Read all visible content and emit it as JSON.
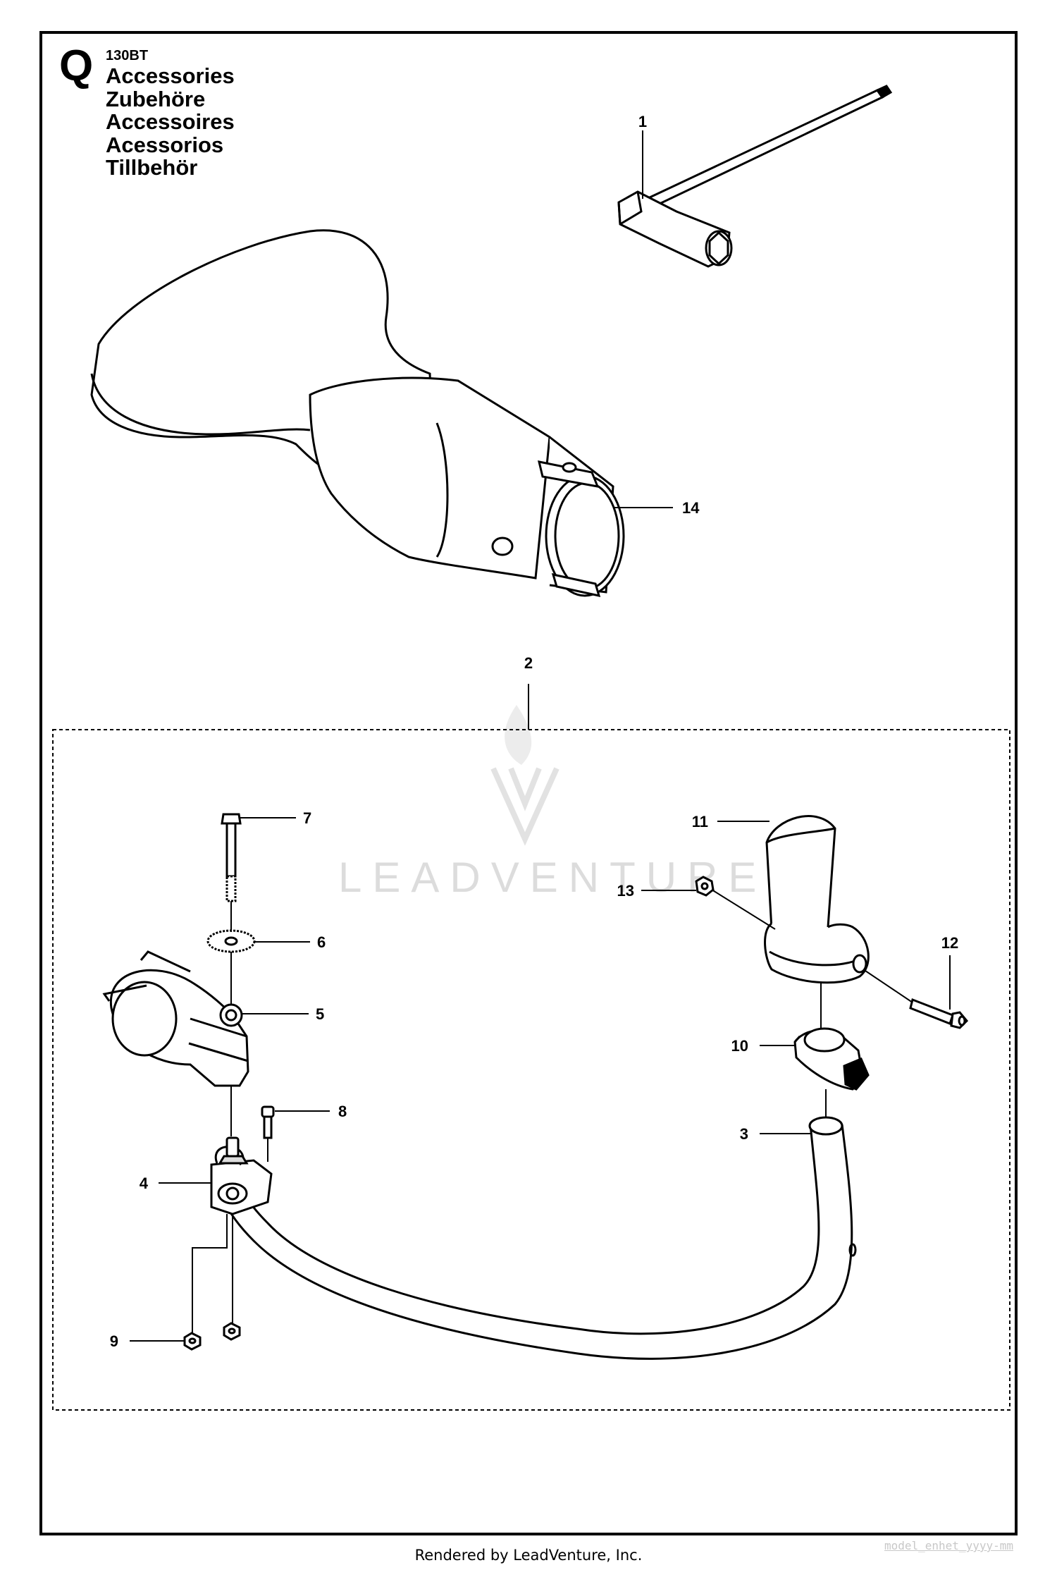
{
  "header": {
    "section_letter": "Q",
    "model": "130BT",
    "titles": [
      "Accessories",
      "Zubehöre",
      "Accessoires",
      "Acessorios",
      "Tillbehör"
    ]
  },
  "callouts": [
    {
      "id": "1",
      "label": "1",
      "part": "combination-wrench"
    },
    {
      "id": "2",
      "label": "2",
      "part": "loop-handle-kit"
    },
    {
      "id": "3",
      "label": "3",
      "part": "loop-handle-bar"
    },
    {
      "id": "4",
      "label": "4",
      "part": "handle-bracket"
    },
    {
      "id": "5",
      "label": "5",
      "part": "shaft-clamp"
    },
    {
      "id": "6",
      "label": "6",
      "part": "serrated-washer"
    },
    {
      "id": "7",
      "label": "7",
      "part": "long-bolt"
    },
    {
      "id": "8",
      "label": "8",
      "part": "small-screw"
    },
    {
      "id": "9",
      "label": "9",
      "part": "lock-nut"
    },
    {
      "id": "10",
      "label": "10",
      "part": "grip-clamp"
    },
    {
      "id": "11",
      "label": "11",
      "part": "grip"
    },
    {
      "id": "12",
      "label": "12",
      "part": "grip-screw"
    },
    {
      "id": "13",
      "label": "13",
      "part": "grip-nut"
    },
    {
      "id": "14",
      "label": "14",
      "part": "harness-hip-guard"
    }
  ],
  "watermark": "LEADVENTURE",
  "stamp": "model_enhet_yyyy-mm",
  "footer": "Rendered by LeadVenture, Inc."
}
